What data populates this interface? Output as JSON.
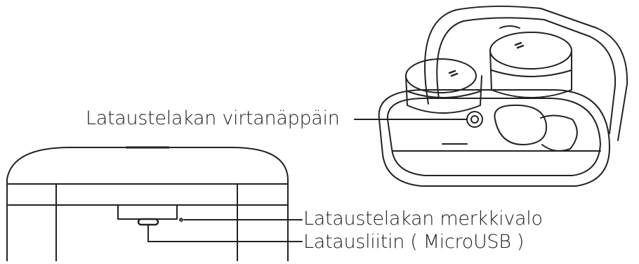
{
  "labels": {
    "power_button": "Lataustelakan virtanäppäin",
    "indicator_light": "Lataustelakan merkkivalo",
    "charging_port": "Latausliitin ( MicroUSB )"
  },
  "colors": {
    "stroke": "#222222",
    "background": "#ffffff"
  }
}
